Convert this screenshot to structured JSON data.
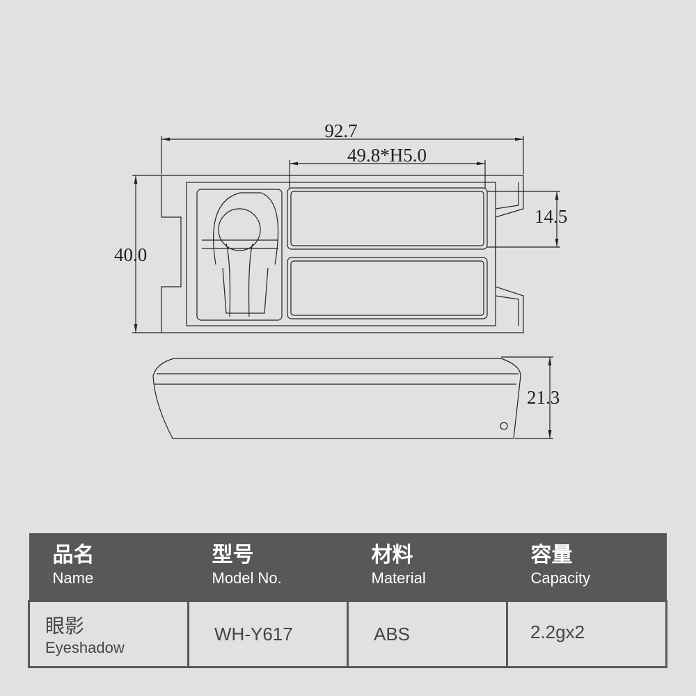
{
  "dimensions": {
    "overall_width": "92.7",
    "pan_size": "49.8*H5.0",
    "height": "40.0",
    "pan_depth": "14.5",
    "thickness": "21.3"
  },
  "spec_table": {
    "headers": [
      {
        "cn": "品名",
        "en": "Name"
      },
      {
        "cn": "型号",
        "en": "Model No."
      },
      {
        "cn": "材料",
        "en": "Material"
      },
      {
        "cn": "容量",
        "en": "Capacity"
      }
    ],
    "row": {
      "name_cn": "眼影",
      "name_en": "Eyeshadow",
      "model": "WH-Y617",
      "material": "ABS",
      "capacity": "2.2gx2"
    }
  }
}
